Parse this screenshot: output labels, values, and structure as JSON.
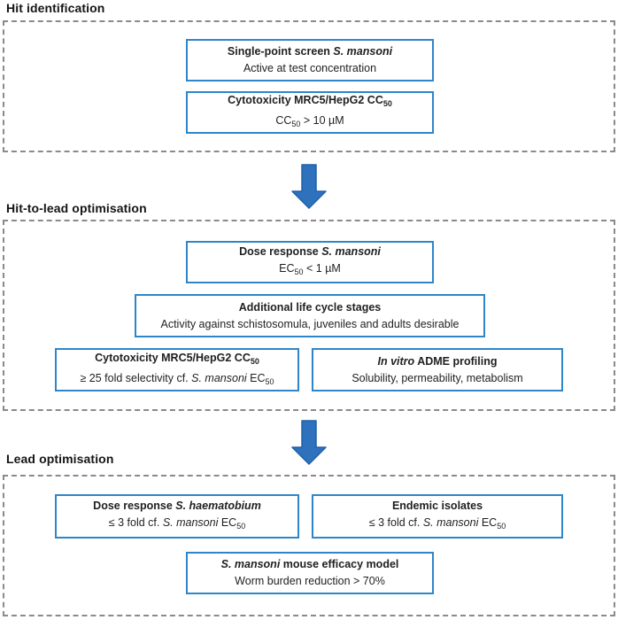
{
  "figure": {
    "colors": {
      "box_border": "#2e86c8",
      "dashed_border": "#8a8a8a",
      "arrow_fill": "#2e72be",
      "arrow_stroke": "#2060a8",
      "text": "#1f1f1f"
    }
  },
  "sections": [
    {
      "title": "Hit identification",
      "boxes": [
        {
          "name": "single-point-screen",
          "line1": [
            {
              "t": "Single-point screen ",
              "s": "b"
            },
            {
              "t": "S. mansoni",
              "s": "bi"
            }
          ],
          "line2": [
            {
              "t": "Active at test concentration",
              "s": "r"
            }
          ]
        },
        {
          "name": "cytotoxicity-cc50",
          "line1": [
            {
              "t": "Cytotoxicity MRC5/HepG2 CC",
              "s": "b"
            },
            {
              "t": "50",
              "s": "bsub"
            }
          ],
          "line2": [
            {
              "t": "CC",
              "s": "r"
            },
            {
              "t": "50",
              "s": "sub"
            },
            {
              "t": " > 10 µM",
              "s": "r"
            }
          ]
        }
      ]
    },
    {
      "title": "Hit-to-lead optimisation",
      "boxes": [
        {
          "name": "dose-response-s-mansoni",
          "line1": [
            {
              "t": "Dose response ",
              "s": "b"
            },
            {
              "t": "S. mansoni",
              "s": "bi"
            }
          ],
          "line2": [
            {
              "t": "EC",
              "s": "r"
            },
            {
              "t": "50",
              "s": "sub"
            },
            {
              "t": " < 1 µM",
              "s": "r"
            }
          ]
        },
        {
          "name": "additional-life-cycle-stages",
          "line1": [
            {
              "t": "Additional life cycle stages",
              "s": "b"
            }
          ],
          "line2": [
            {
              "t": "Activity against schistosomula, juveniles and adults desirable",
              "s": "r"
            }
          ]
        },
        {
          "name": "cytotoxicity-selectivity",
          "line1": [
            {
              "t": "Cytotoxicity MRC5/HepG2 CC",
              "s": "b"
            },
            {
              "t": "50",
              "s": "bsub"
            }
          ],
          "line2": [
            {
              "t": "≥ 25 fold selectivity cf. ",
              "s": "r"
            },
            {
              "t": "S. mansoni",
              "s": "i"
            },
            {
              "t": " EC",
              "s": "r"
            },
            {
              "t": "50",
              "s": "sub"
            }
          ]
        },
        {
          "name": "in-vitro-adme-profiling",
          "line1": [
            {
              "t": "In vitro",
              "s": "bi"
            },
            {
              "t": " ADME profiling",
              "s": "b"
            }
          ],
          "line2": [
            {
              "t": "Solubility, permeability, metabolism",
              "s": "r"
            }
          ]
        }
      ]
    },
    {
      "title": "Lead optimisation",
      "boxes": [
        {
          "name": "dose-response-s-haematobium",
          "line1": [
            {
              "t": "Dose response ",
              "s": "b"
            },
            {
              "t": "S. haematobium",
              "s": "bi"
            }
          ],
          "line2": [
            {
              "t": "≤ 3 fold cf. ",
              "s": "r"
            },
            {
              "t": "S. mansoni",
              "s": "i"
            },
            {
              "t": " EC",
              "s": "r"
            },
            {
              "t": "50",
              "s": "sub"
            }
          ]
        },
        {
          "name": "endemic-isolates",
          "line1": [
            {
              "t": "Endemic isolates",
              "s": "b"
            }
          ],
          "line2": [
            {
              "t": "≤ 3 fold cf. ",
              "s": "r"
            },
            {
              "t": "S. mansoni",
              "s": "i"
            },
            {
              "t": " EC",
              "s": "r"
            },
            {
              "t": "50",
              "s": "sub"
            }
          ]
        },
        {
          "name": "mouse-efficacy-model",
          "line1": [
            {
              "t": "S. mansoni",
              "s": "bi"
            },
            {
              "t": " mouse efficacy model",
              "s": "b"
            }
          ],
          "line2": [
            {
              "t": "Worm burden reduction > 70%",
              "s": "r"
            }
          ]
        }
      ]
    }
  ]
}
